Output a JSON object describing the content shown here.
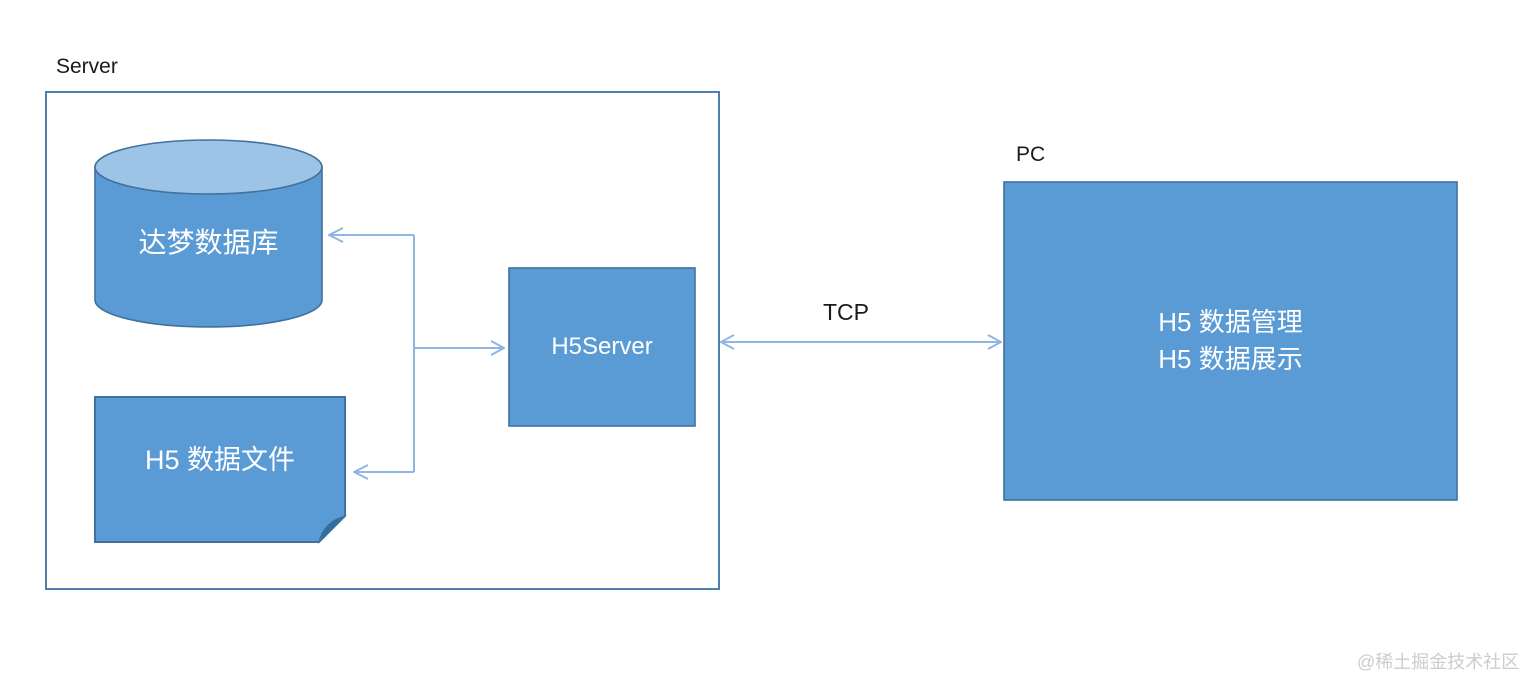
{
  "diagram": {
    "server_group": {
      "label": "Server",
      "nodes": {
        "dm_database": {
          "label": "达梦数据库",
          "shape": "cylinder"
        },
        "h5_data_file": {
          "label": "H5 数据文件",
          "shape": "folded-document"
        },
        "h5_server": {
          "label": "H5Server",
          "shape": "rectangle"
        }
      }
    },
    "pc_group": {
      "label": "PC",
      "node": {
        "shape": "rectangle",
        "label_line1": "H5 数据管理",
        "label_line2": "H5 数据展示"
      }
    },
    "connections": {
      "tcp_label": "TCP",
      "links": [
        {
          "from": "H5Server",
          "to": "达梦数据库",
          "direction": "one-way"
        },
        {
          "from": "H5Server",
          "to": "H5 数据文件",
          "direction": "one-way"
        },
        {
          "from": "connector-trunk",
          "to": "H5Server",
          "direction": "one-way"
        },
        {
          "from": "Server",
          "to": "PC",
          "direction": "two-way",
          "label": "TCP"
        }
      ]
    },
    "colors": {
      "node_fill": "#5b9bd5",
      "node_border": "#41719c",
      "cylinder_top_fill": "#9dc3e6",
      "fold_fill": "#2e6da6",
      "group_border": "#4f7fad",
      "connector": "#8fb6e2",
      "label_text": "#1a1a1a",
      "node_text": "#ffffff",
      "watermark_text": "#cccccc"
    }
  },
  "watermark": "@稀土掘金技术社区"
}
